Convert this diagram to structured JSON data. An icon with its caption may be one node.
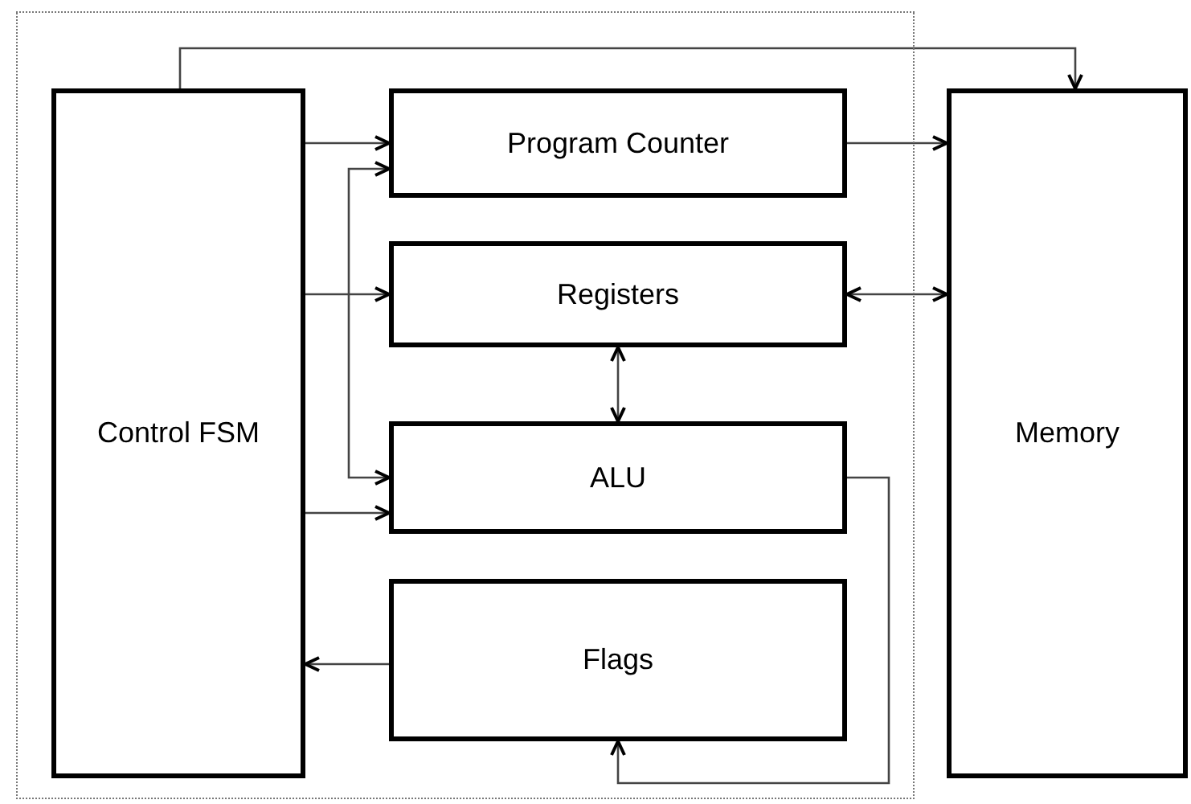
{
  "diagram": {
    "nodes": [
      {
        "text": [],
        "shape": "box"
      },
      {
        "text": [
          "Control FSM"
        ],
        "in": 0
      },
      {
        "text": [
          "Program Counter"
        ],
        "in": 0
      },
      {
        "text": [
          "Registers"
        ],
        "in": 0
      },
      {
        "text": [
          "ALU"
        ],
        "in": 0
      },
      {
        "text": [
          "Flags"
        ],
        "in": 0
      },
      {
        "text": [
          "Memory"
        ]
      }
    ],
    "edges": [
      {
        "from": 1,
        "to": 6,
        "arrow": "to"
      },
      {
        "from": 1,
        "to": 2,
        "arrow": "to"
      },
      {
        "from": 1,
        "to": 3,
        "arrow": "to"
      },
      {
        "from": 1,
        "to": 4,
        "arrow": "to"
      },
      {
        "from": 2,
        "to": 4,
        "arrow": "both"
      },
      {
        "from": 2,
        "to": 6,
        "arrow": "to"
      },
      {
        "from": 3,
        "to": 6,
        "arrow": "both"
      },
      {
        "from": 3,
        "to": 4,
        "arrow": "both"
      },
      {
        "from": 4,
        "to": 5,
        "arrow": "to"
      },
      {
        "from": 5,
        "to": 1,
        "arrow": "to"
      }
    ]
  }
}
